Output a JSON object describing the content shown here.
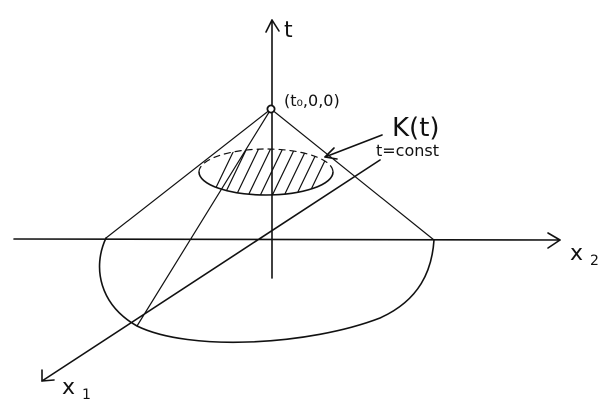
{
  "labels": {
    "t_axis": "t",
    "x2_axis": "x",
    "x2_sub": "2",
    "x1_axis": "x",
    "x1_sub": "1",
    "apex": "(t₀,0,0)",
    "cross_section": "K(t)",
    "condition": "t=const"
  }
}
